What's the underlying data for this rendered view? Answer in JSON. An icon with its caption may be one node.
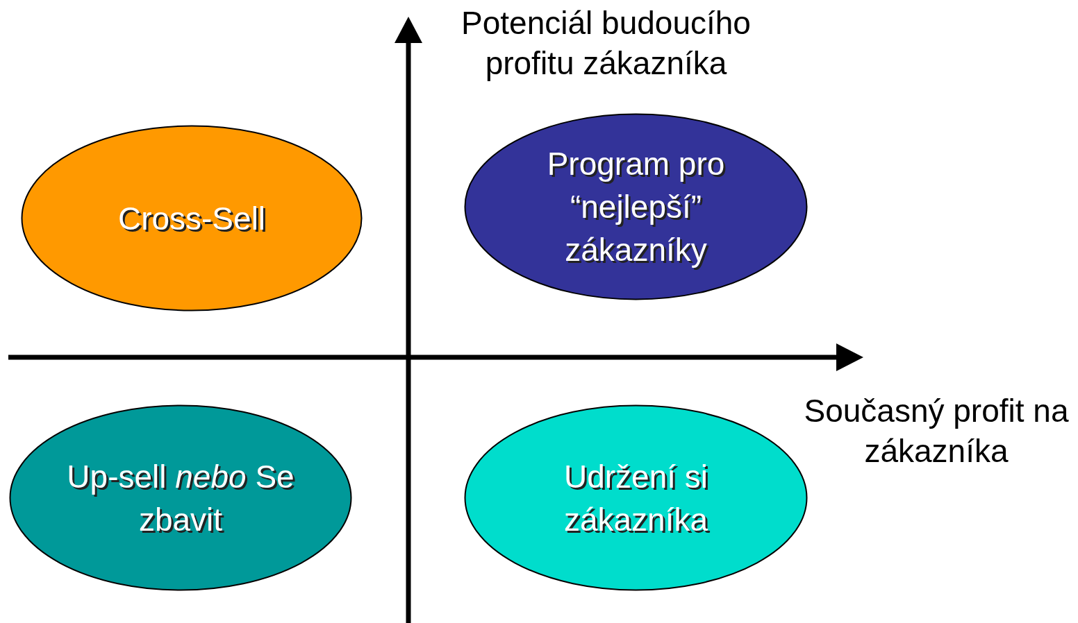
{
  "diagram": {
    "nodes": [
      {
        "text": [
          "Cross-Sell"
        ]
      },
      {
        "text": [
          "Program pro “nejlepší” zákazníky"
        ]
      },
      {
        "text": [
          "Up-sell *nebo* Se zbavit"
        ]
      },
      {
        "text": [
          "Udržení si zákazníka"
        ]
      }
    ],
    "labels": [
      "Potenciál budoucího profitu zákazníka",
      "Současný profit na zákazníka"
    ]
  }
}
